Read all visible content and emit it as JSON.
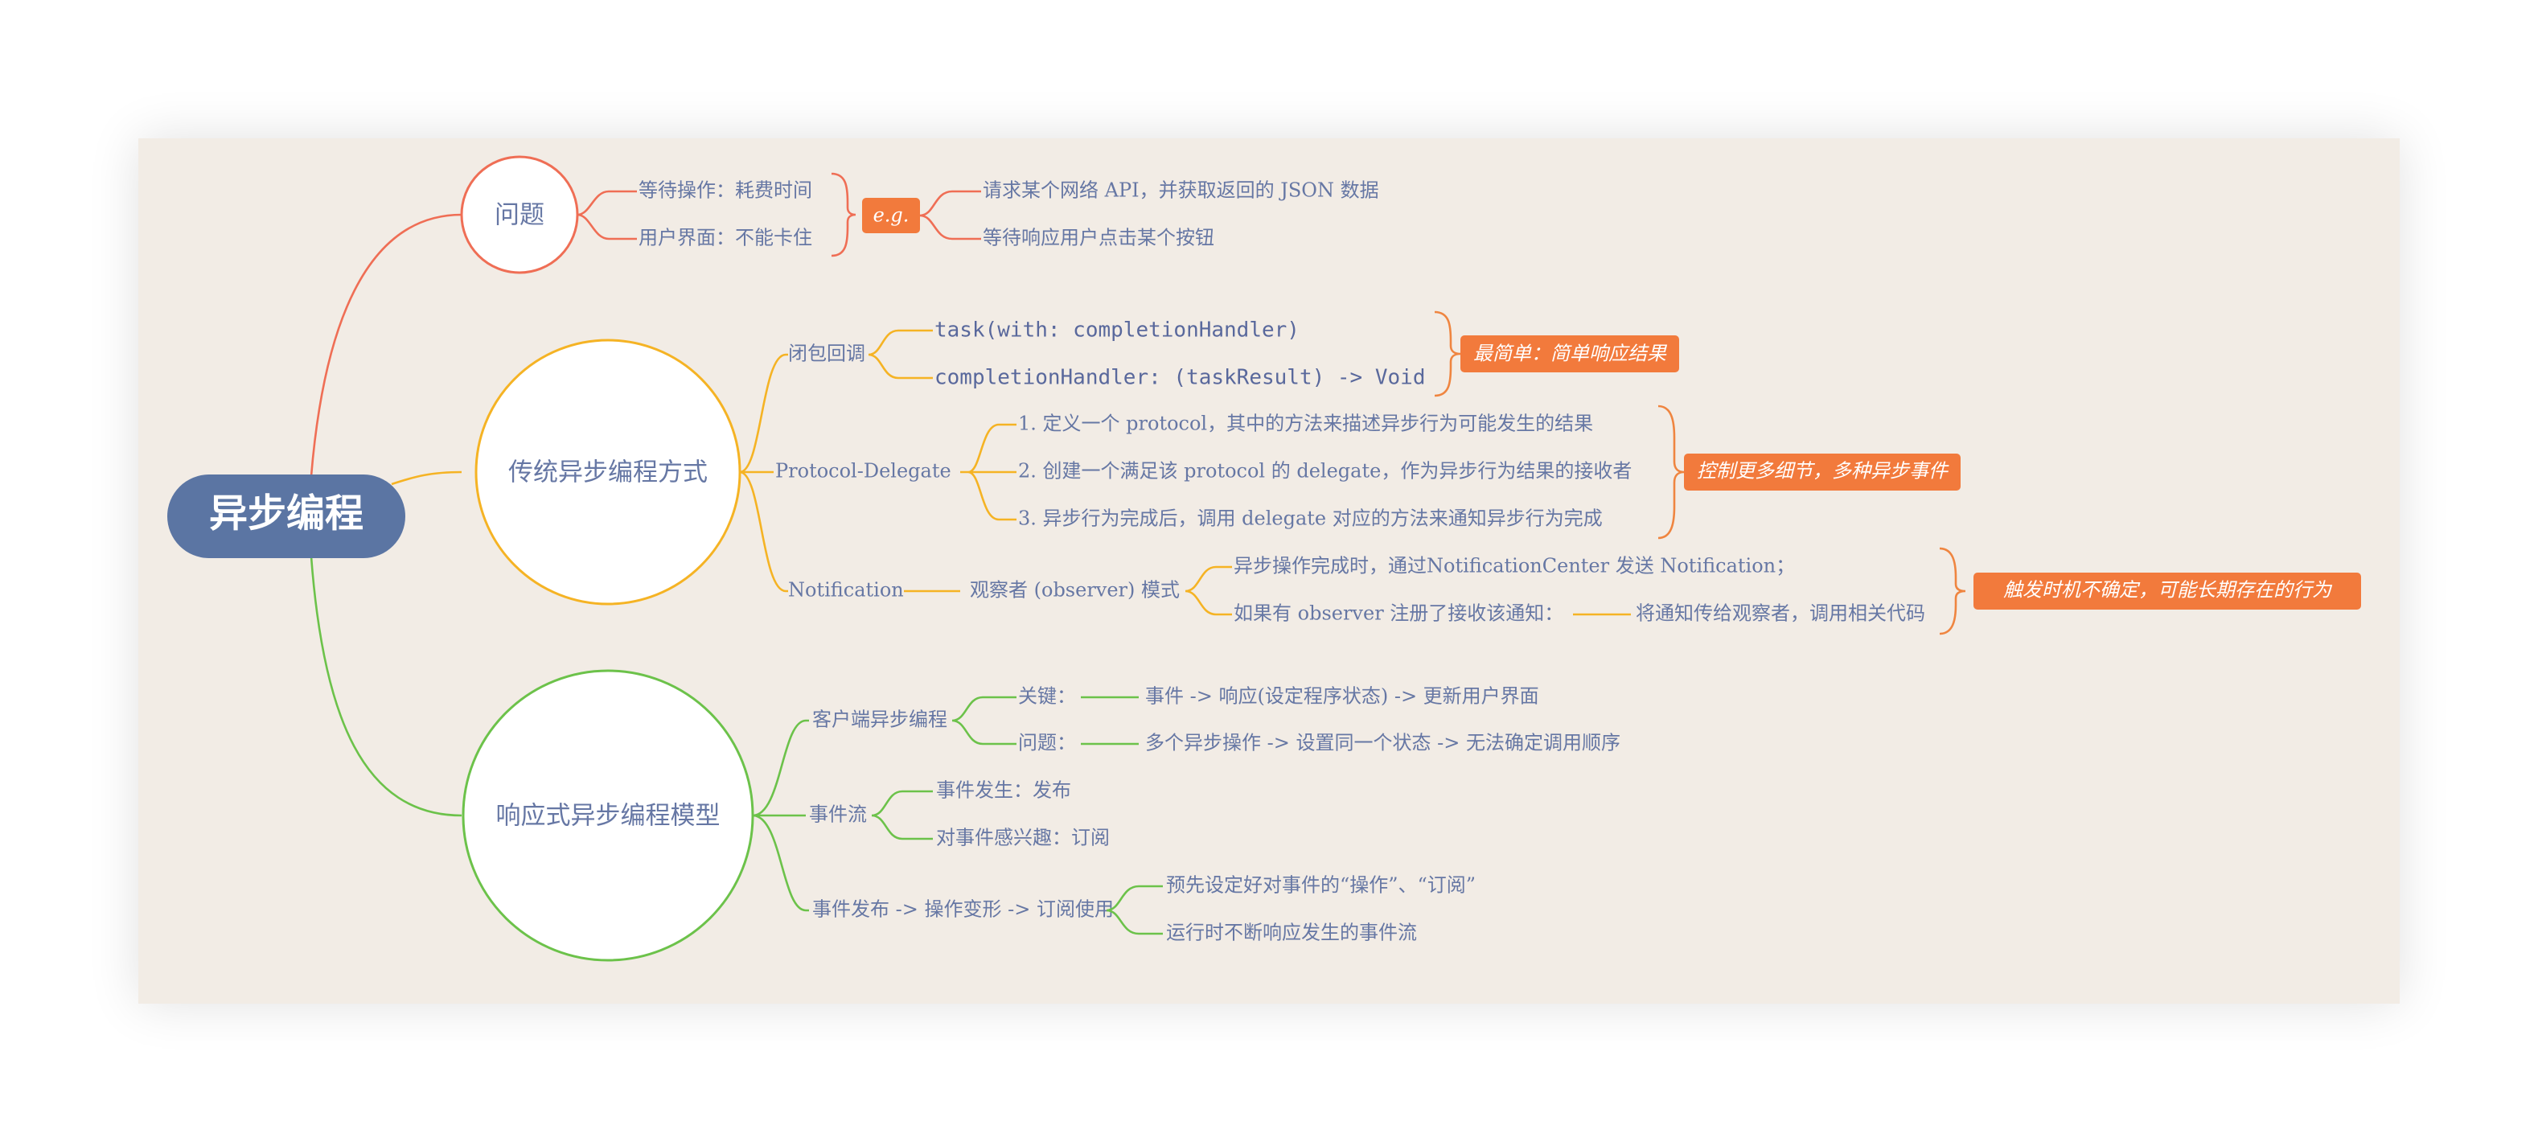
{
  "colors": {
    "root": "#5b75a3",
    "problem_branch": "#ef6e55",
    "traditional_branch": "#f5b324",
    "reactive_branch": "#6cc24a",
    "callout": "#f27a3c",
    "text": "#6677a4"
  },
  "root": {
    "label": "异步编程"
  },
  "problem": {
    "label": "问题",
    "items": [
      "等待操作：耗费时间",
      "用户界面：不能卡住"
    ],
    "eg_label": "e.g.",
    "examples": [
      "请求某个网络 API，并获取返回的 JSON 数据",
      "等待响应用户点击某个按钮"
    ]
  },
  "traditional": {
    "label": "传统异步编程方式",
    "closure": {
      "label": "闭包回调",
      "items": [
        "task(with: completionHandler)",
        "completionHandler: (taskResult) -> Void"
      ],
      "callout": "最简单：简单响应结果"
    },
    "protocol": {
      "label": "Protocol-Delegate",
      "items": [
        "1. 定义一个 protocol，其中的方法来描述异步行为可能发生的结果",
        "2. 创建一个满足该 protocol 的 delegate，作为异步行为结果的接收者",
        "3. 异步行为完成后，调用 delegate 对应的方法来通知异步行为完成"
      ],
      "callout": "控制更多细节，多种异步事件"
    },
    "notification": {
      "label": "Notification",
      "pattern": "观察者 (observer) 模式",
      "items": [
        "异步操作完成时，通过NotificationCenter 发送 Notification；",
        "如果有 observer 注册了接收该通知："
      ],
      "result": "将通知传给观察者，调用相关代码",
      "callout": "触发时机不确定，可能长期存在的行为"
    }
  },
  "reactive": {
    "label": "响应式异步编程模型",
    "client": {
      "label": "客户端异步编程",
      "rows": [
        {
          "key": "关键：",
          "value": "事件 -> 响应(设定程序状态) -> 更新用户界面"
        },
        {
          "key": "问题：",
          "value": "多个异步操作 -> 设置同一个状态 -> 无法确定调用顺序"
        }
      ]
    },
    "stream": {
      "label": "事件流",
      "items": [
        "事件发生：发布",
        "对事件感兴趣：订阅"
      ]
    },
    "publish": {
      "label": "事件发布 -> 操作变形 -> 订阅使用",
      "items": [
        "预先设定好对事件的“操作”、“订阅”",
        "运行时不断响应发生的事件流"
      ]
    }
  }
}
